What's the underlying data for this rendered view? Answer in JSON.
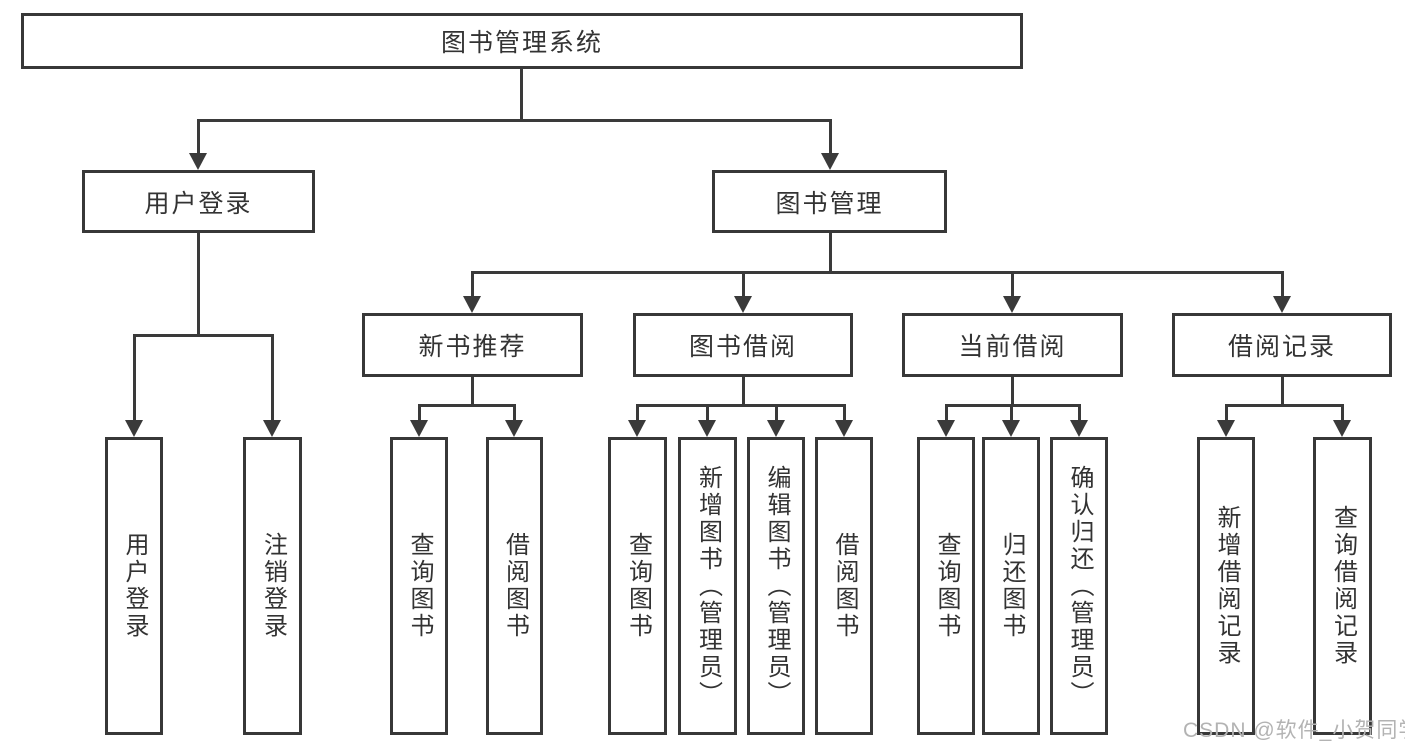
{
  "nodes": {
    "root": "图书管理系统",
    "user_login": "用户登录",
    "book_mgmt": "图书管理",
    "new_book": "新书推荐",
    "book_borrow": "图书借阅",
    "current_borrow": "当前借阅",
    "borrow_record": "借阅记录",
    "leaf_login": "用户登录",
    "leaf_logout": "注销登录",
    "leaf_nb_query": "查询图书",
    "leaf_nb_borrow": "借阅图书",
    "leaf_bb_query": "查询图书",
    "leaf_bb_add": "新增图书（管理员）",
    "leaf_bb_edit": "编辑图书（管理员）",
    "leaf_bb_borrow": "借阅图书",
    "leaf_cb_query": "查询图书",
    "leaf_cb_return": "归还图书",
    "leaf_cb_confirm": "确认归还（管理员）",
    "leaf_br_add": "新增借阅记录",
    "leaf_br_query": "查询借阅记录"
  },
  "watermark": "CSDN @软件_小贺同学",
  "colors": {
    "line": "#3a3a3a",
    "border": "#383838",
    "text": "#333333",
    "watermark": "#b3b3b3",
    "background": "#ffffff"
  }
}
